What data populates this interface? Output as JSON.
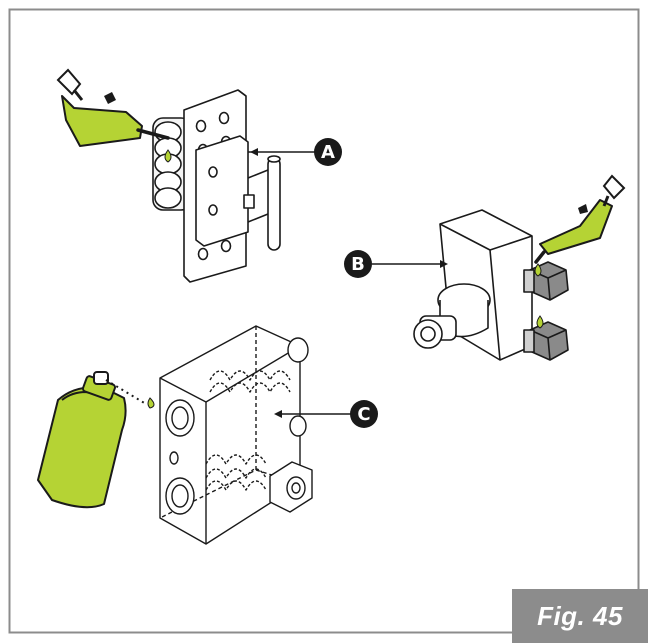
{
  "figure": {
    "label": "Fig. 45"
  },
  "callouts": [
    "A",
    "B",
    "C"
  ],
  "colors": {
    "accent": "#b5d334",
    "outline": "#1a1a1a",
    "border": "#8c8c8c",
    "metal": "#8a8a8a",
    "label_bg": "#8c8c8c"
  },
  "icons": [
    "oil-can-icon",
    "oil-drop-icon",
    "spray-bottle-icon"
  ]
}
